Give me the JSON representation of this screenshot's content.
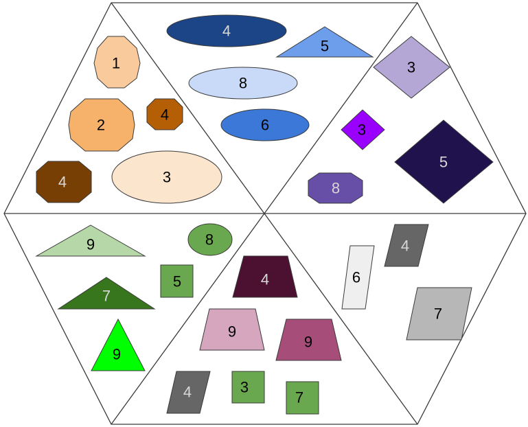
{
  "regions": [
    {
      "id": "top-left",
      "shapes": [
        {
          "kind": "polygon",
          "label": "1",
          "fill": "#f9cb9c",
          "text": "dark"
        },
        {
          "kind": "polygon",
          "label": "2",
          "fill": "#f6b26b",
          "text": "dark"
        },
        {
          "kind": "polygon",
          "label": "4",
          "fill": "#b45f06",
          "text": "dark"
        },
        {
          "kind": "polygon",
          "label": "4",
          "fill": "#783f04",
          "text": "light"
        },
        {
          "kind": "ellipse",
          "label": "3",
          "fill": "#fce5cd",
          "text": "dark"
        }
      ]
    },
    {
      "id": "top",
      "shapes": [
        {
          "kind": "ellipse",
          "label": "4",
          "fill": "#1c4587",
          "text": "light"
        },
        {
          "kind": "triangle",
          "label": "5",
          "fill": "#6d9eeb",
          "text": "dark"
        },
        {
          "kind": "ellipse",
          "label": "8",
          "fill": "#c9daf8",
          "text": "dark"
        },
        {
          "kind": "ellipse",
          "label": "6",
          "fill": "#3c78d8",
          "text": "dark"
        }
      ]
    },
    {
      "id": "top-right",
      "shapes": [
        {
          "kind": "diamond",
          "label": "3",
          "fill": "#b4a7d6",
          "text": "dark"
        },
        {
          "kind": "diamond",
          "label": "3",
          "fill": "#9900ff",
          "text": "dark"
        },
        {
          "kind": "diamond",
          "label": "5",
          "fill": "#20124d",
          "text": "light"
        },
        {
          "kind": "polygon",
          "label": "8",
          "fill": "#674ea7",
          "text": "light"
        }
      ]
    },
    {
      "id": "bottom-left",
      "shapes": [
        {
          "kind": "triangle",
          "label": "9",
          "fill": "#b6d7a8",
          "text": "dark"
        },
        {
          "kind": "ellipse",
          "label": "8",
          "fill": "#6aa84f",
          "text": "dark"
        },
        {
          "kind": "square",
          "label": "5",
          "fill": "#6aa84f",
          "text": "dark"
        },
        {
          "kind": "triangle",
          "label": "7",
          "fill": "#38761d",
          "text": "light"
        },
        {
          "kind": "triangle",
          "label": "9",
          "fill": "#00ff00",
          "text": "dark"
        }
      ]
    },
    {
      "id": "bottom",
      "shapes": [
        {
          "kind": "trapezoid",
          "label": "4",
          "fill": "#4c1130",
          "text": "light"
        },
        {
          "kind": "trapezoid",
          "label": "9",
          "fill": "#d5a6bd",
          "text": "dark"
        },
        {
          "kind": "trapezoid",
          "label": "9",
          "fill": "#a64d79",
          "text": "dark"
        },
        {
          "kind": "parallelogram",
          "label": "4",
          "fill": "#666666",
          "text": "light"
        },
        {
          "kind": "square",
          "label": "3",
          "fill": "#6aa84f",
          "text": "dark"
        },
        {
          "kind": "square",
          "label": "7",
          "fill": "#6aa84f",
          "text": "dark"
        }
      ]
    },
    {
      "id": "bottom-right",
      "shapes": [
        {
          "kind": "parallelogram",
          "label": "4",
          "fill": "#666666",
          "text": "light"
        },
        {
          "kind": "parallelogram",
          "label": "6",
          "fill": "#efefef",
          "text": "dark"
        },
        {
          "kind": "parallelogram",
          "label": "7",
          "fill": "#b7b7b7",
          "text": "dark"
        }
      ]
    }
  ]
}
